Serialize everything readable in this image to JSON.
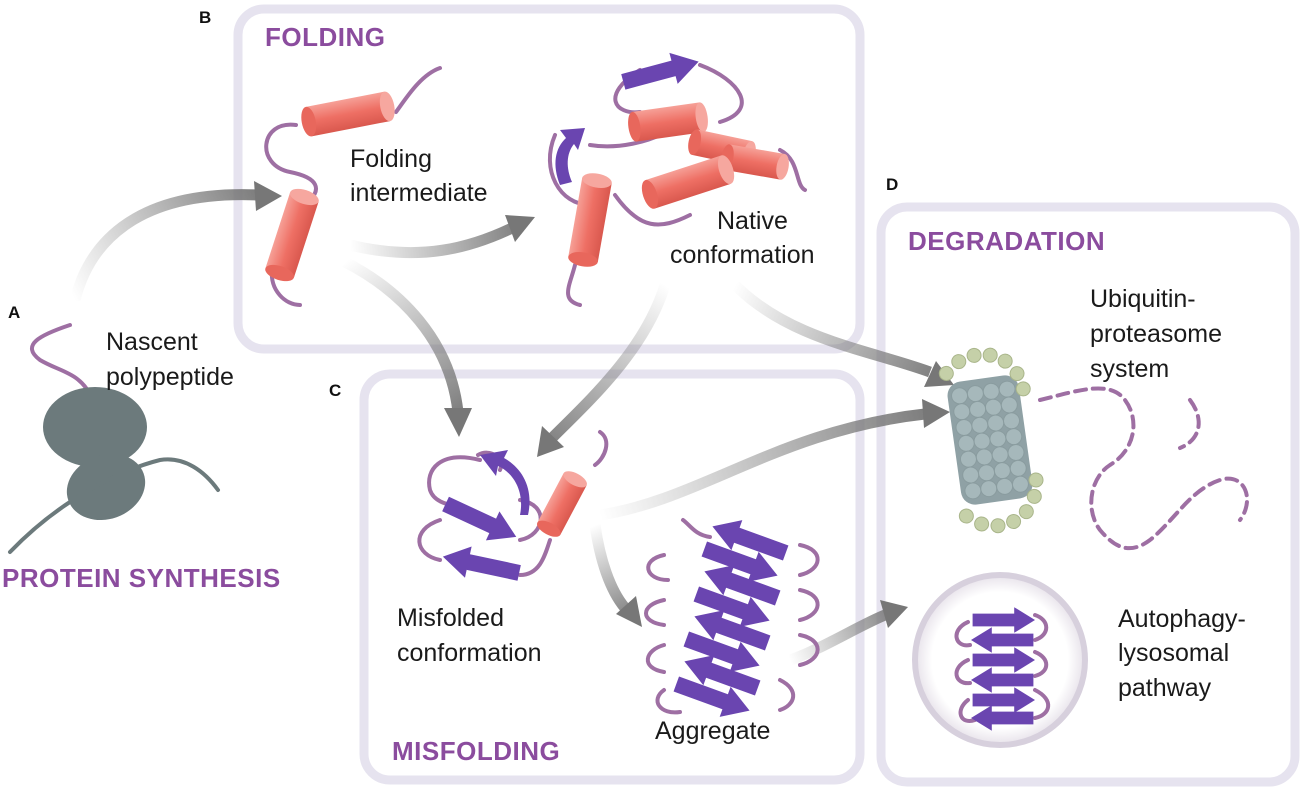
{
  "colors": {
    "section_title": "#8b4c9e",
    "helix": "#f07c72",
    "strand": "#6a45b0",
    "loop": "#9e6fa3",
    "ribosome": "#6c7a7c",
    "proteasome_body": "#9fb1b4",
    "proteasome_ring": "#c5d0a8",
    "panel_border": "#e6e3ef",
    "arrow": "#7a7a7a"
  },
  "panels": {
    "a": {
      "letter": "A",
      "title": "PROTEIN SYNTHESIS",
      "label": [
        "Nascent",
        "polypeptide"
      ]
    },
    "b": {
      "letter": "B",
      "title": "FOLDING",
      "intermediate": [
        "Folding",
        "intermediate"
      ],
      "native": [
        "Native",
        "conformation"
      ]
    },
    "c": {
      "letter": "C",
      "title": "MISFOLDING",
      "misfolded": [
        "Misfolded",
        "conformation"
      ],
      "aggregate": "Aggregate"
    },
    "d": {
      "letter": "D",
      "title": "DEGRADATION",
      "ups": [
        "Ubiquitin-",
        "proteasome",
        "system"
      ],
      "alp": [
        "Autophagy-",
        "lysosomal",
        "pathway"
      ]
    }
  },
  "icons": [
    "ribosome-icon",
    "helix-icon",
    "strand-arrow-icon",
    "proteasome-icon",
    "lysosome-icon"
  ]
}
